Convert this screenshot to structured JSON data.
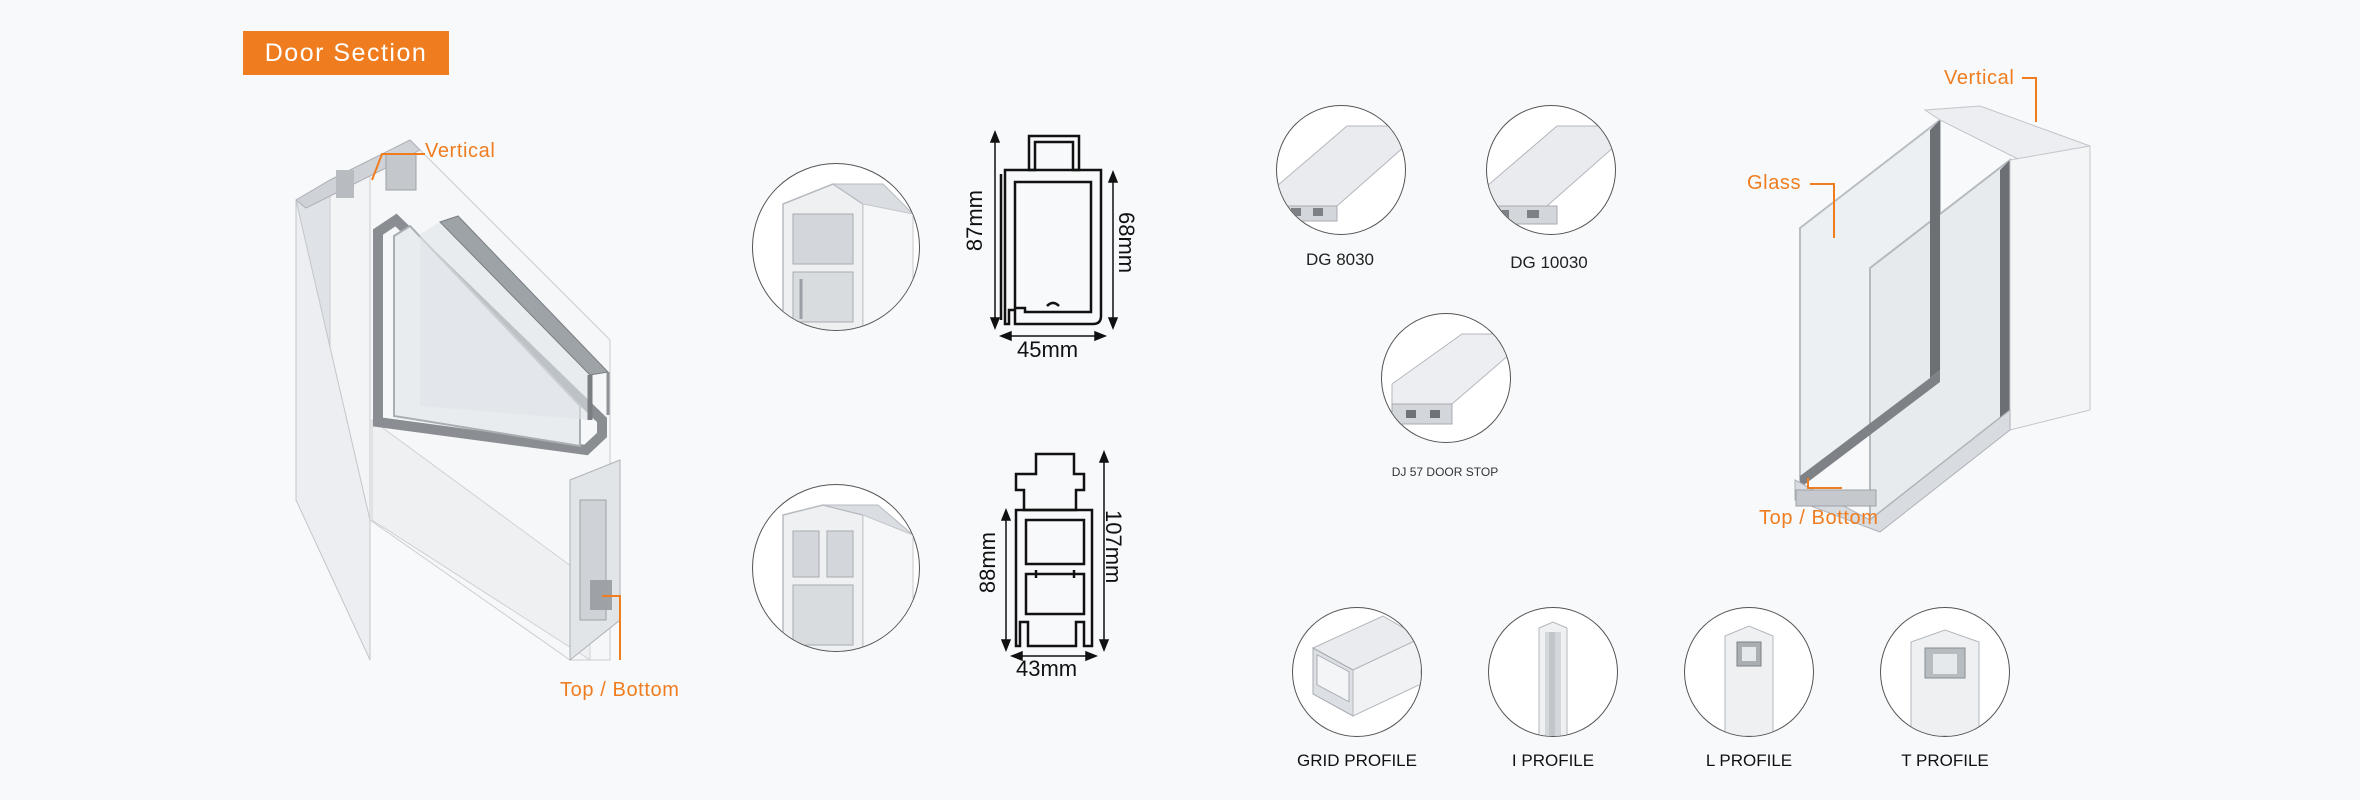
{
  "header": {
    "title": "Door Section"
  },
  "left_callouts": {
    "vertical": "Vertical",
    "top_bottom": "Top / Bottom"
  },
  "profiles": {
    "upper": {
      "height_left": "87mm",
      "height_right": "68mm",
      "width": "45mm"
    },
    "lower": {
      "height_left": "88mm",
      "height_right": "107mm",
      "width": "43mm"
    }
  },
  "gaskets": [
    {
      "label": "DG 8030"
    },
    {
      "label": "DG 10030"
    },
    {
      "label": "DJ 57 DOOR STOP"
    }
  ],
  "accessories": [
    {
      "label": "GRID PROFILE"
    },
    {
      "label": "I PROFILE"
    },
    {
      "label": "L PROFILE"
    },
    {
      "label": "T PROFILE"
    }
  ],
  "right_callouts": {
    "vertical": "Vertical",
    "glass": "Glass",
    "top_bottom": "Top / Bottom"
  },
  "colors": {
    "accent": "#ef7d1f",
    "line": "#111111",
    "aluminium": "#e4e6e9"
  }
}
